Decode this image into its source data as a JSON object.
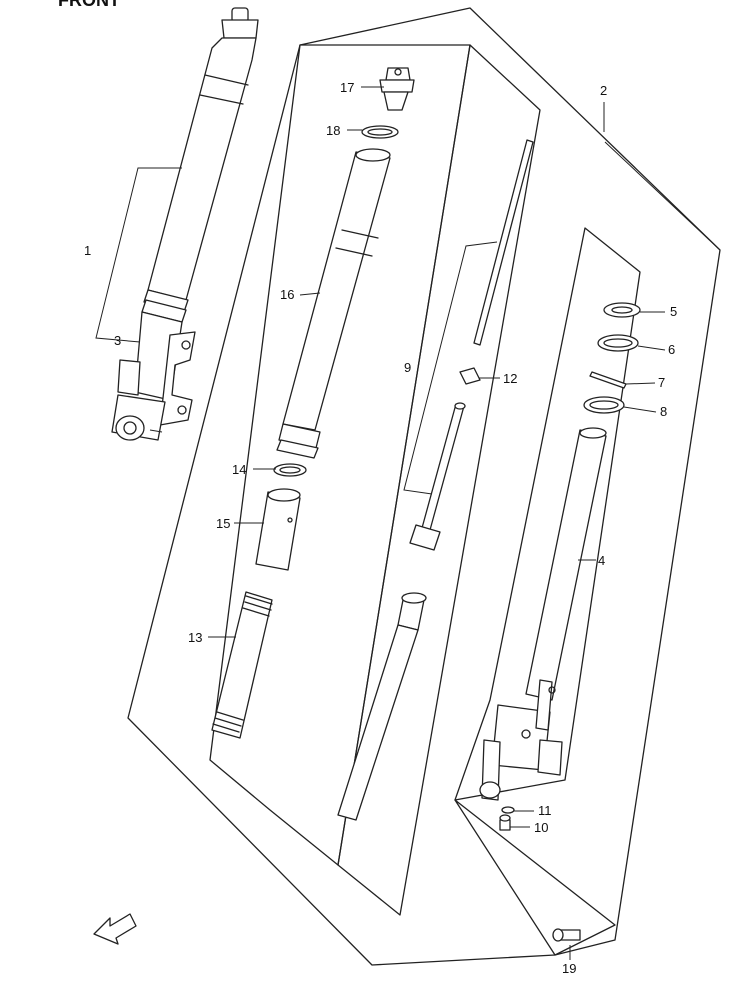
{
  "title": "FRONT",
  "callouts": [
    {
      "id": "1",
      "text": "1"
    },
    {
      "id": "2",
      "text": "2"
    },
    {
      "id": "3",
      "text": "3"
    },
    {
      "id": "4",
      "text": "4"
    },
    {
      "id": "5",
      "text": "5"
    },
    {
      "id": "6",
      "text": "6"
    },
    {
      "id": "7",
      "text": "7"
    },
    {
      "id": "8",
      "text": "8"
    },
    {
      "id": "9",
      "text": "9"
    },
    {
      "id": "10",
      "text": "10"
    },
    {
      "id": "11",
      "text": "11"
    },
    {
      "id": "12",
      "text": "12"
    },
    {
      "id": "13",
      "text": "13"
    },
    {
      "id": "14",
      "text": "14"
    },
    {
      "id": "15",
      "text": "15"
    },
    {
      "id": "16",
      "text": "16"
    },
    {
      "id": "17",
      "text": "17"
    },
    {
      "id": "18",
      "text": "18"
    },
    {
      "id": "19",
      "text": "19"
    }
  ],
  "direction_icon": "front-direction-arrow-icon",
  "colors": {
    "line": "#222222",
    "background": "#ffffff"
  }
}
